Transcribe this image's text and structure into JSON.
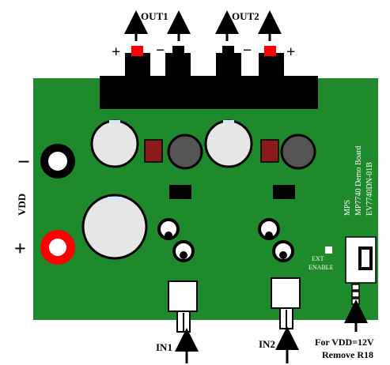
{
  "outputs": {
    "out1": "OUT1",
    "out2": "OUT2",
    "plus": "+",
    "minus": "−"
  },
  "vdd": {
    "label": "VDD",
    "minus": "−",
    "plus": "+"
  },
  "board": {
    "line1": "MPS",
    "line2": "MP7740 Demo Board",
    "line3": "EV7740DN-01B",
    "ext1": "EXT",
    "ext2": "ENABLE"
  },
  "inputs": {
    "in1": "IN1",
    "in2": "IN2"
  },
  "note": {
    "line1": "For VDD=12V",
    "line2": "Remove R18"
  },
  "colors": {
    "board": "#1e8a2b",
    "terminal_red": "#ff0000",
    "capacitor": "#e6e6e6",
    "resistor": "#8b1a1a",
    "connector": "#000000"
  }
}
